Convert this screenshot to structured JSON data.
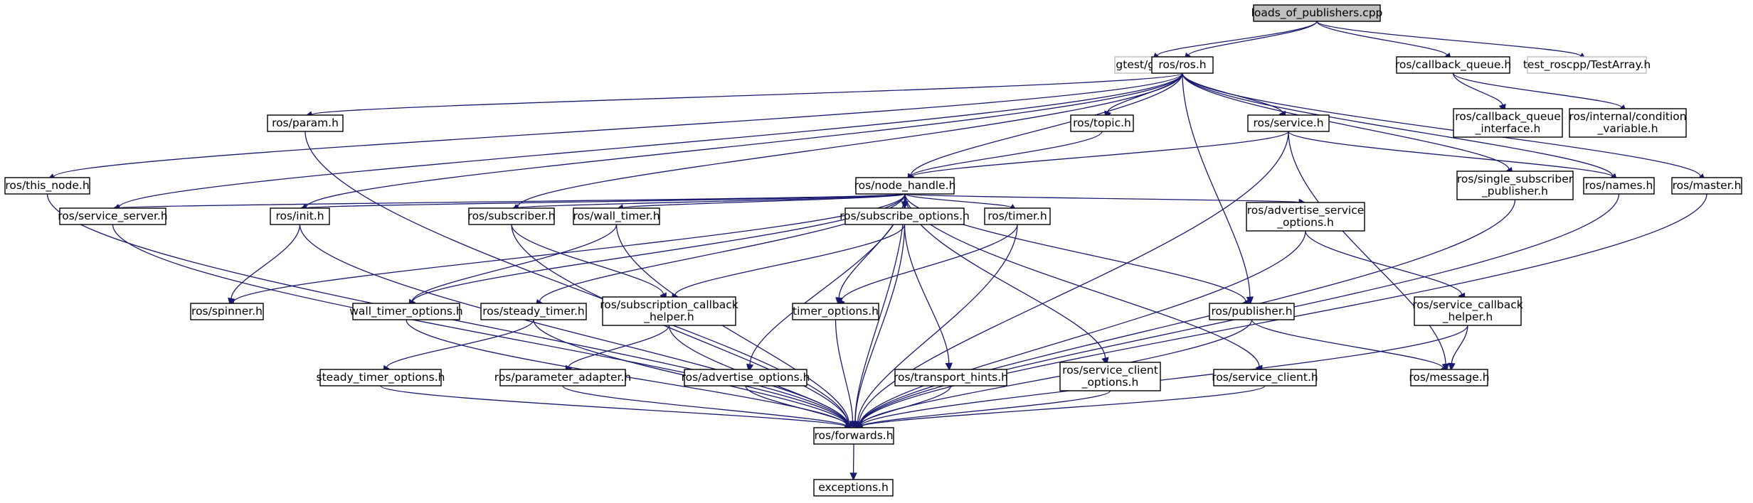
{
  "colors": {
    "edge": "#191970",
    "border": "#000000",
    "border_external": "#bfbfbf",
    "fill_root": "#bfbfbf",
    "fill": "#ffffff"
  },
  "nodes": [
    {
      "id": "root",
      "lines": [
        "loads_of_publishers.cpp"
      ],
      "kind": "root"
    },
    {
      "id": "gtest",
      "lines": [
        "gtest/gtest.h"
      ],
      "kind": "external"
    },
    {
      "id": "ros",
      "lines": [
        "ros/ros.h"
      ],
      "kind": "normal"
    },
    {
      "id": "callback_queue",
      "lines": [
        "ros/callback_queue.h"
      ],
      "kind": "normal"
    },
    {
      "id": "testarray",
      "lines": [
        "test_roscpp/TestArray.h"
      ],
      "kind": "external"
    },
    {
      "id": "cbq_interface",
      "lines": [
        "ros/callback_queue",
        "_interface.h"
      ],
      "kind": "normal"
    },
    {
      "id": "condvar",
      "lines": [
        "ros/internal/condition",
        "_variable.h"
      ],
      "kind": "normal"
    },
    {
      "id": "param",
      "lines": [
        "ros/param.h"
      ],
      "kind": "normal"
    },
    {
      "id": "topic",
      "lines": [
        "ros/topic.h"
      ],
      "kind": "normal"
    },
    {
      "id": "service",
      "lines": [
        "ros/service.h"
      ],
      "kind": "normal"
    },
    {
      "id": "this_node",
      "lines": [
        "ros/this_node.h"
      ],
      "kind": "normal"
    },
    {
      "id": "node_handle",
      "lines": [
        "ros/node_handle.h"
      ],
      "kind": "normal"
    },
    {
      "id": "single_sub_pub",
      "lines": [
        "ros/single_subscriber",
        "_publisher.h"
      ],
      "kind": "normal"
    },
    {
      "id": "names",
      "lines": [
        "ros/names.h"
      ],
      "kind": "normal"
    },
    {
      "id": "master",
      "lines": [
        "ros/master.h"
      ],
      "kind": "normal"
    },
    {
      "id": "service_server",
      "lines": [
        "ros/service_server.h"
      ],
      "kind": "normal"
    },
    {
      "id": "init",
      "lines": [
        "ros/init.h"
      ],
      "kind": "normal"
    },
    {
      "id": "subscriber",
      "lines": [
        "ros/subscriber.h"
      ],
      "kind": "normal"
    },
    {
      "id": "wall_timer",
      "lines": [
        "ros/wall_timer.h"
      ],
      "kind": "normal"
    },
    {
      "id": "subscribe_options",
      "lines": [
        "ros/subscribe_options.h"
      ],
      "kind": "normal"
    },
    {
      "id": "timer",
      "lines": [
        "ros/timer.h"
      ],
      "kind": "normal"
    },
    {
      "id": "advertise_service_options",
      "lines": [
        "ros/advertise_service",
        "_options.h"
      ],
      "kind": "normal"
    },
    {
      "id": "spinner",
      "lines": [
        "ros/spinner.h"
      ],
      "kind": "normal"
    },
    {
      "id": "wall_timer_options",
      "lines": [
        "wall_timer_options.h"
      ],
      "kind": "normal"
    },
    {
      "id": "steady_timer",
      "lines": [
        "ros/steady_timer.h"
      ],
      "kind": "normal"
    },
    {
      "id": "subscription_cb_helper",
      "lines": [
        "ros/subscription_callback",
        "_helper.h"
      ],
      "kind": "normal"
    },
    {
      "id": "timer_options",
      "lines": [
        "timer_options.h"
      ],
      "kind": "normal"
    },
    {
      "id": "publisher",
      "lines": [
        "ros/publisher.h"
      ],
      "kind": "normal"
    },
    {
      "id": "service_cb_helper",
      "lines": [
        "ros/service_callback",
        "_helper.h"
      ],
      "kind": "normal"
    },
    {
      "id": "steady_timer_options",
      "lines": [
        "steady_timer_options.h"
      ],
      "kind": "normal"
    },
    {
      "id": "parameter_adapter",
      "lines": [
        "ros/parameter_adapter.h"
      ],
      "kind": "normal"
    },
    {
      "id": "advertise_options",
      "lines": [
        "ros/advertise_options.h"
      ],
      "kind": "normal"
    },
    {
      "id": "transport_hints",
      "lines": [
        "ros/transport_hints.h"
      ],
      "kind": "normal"
    },
    {
      "id": "service_client_options",
      "lines": [
        "ros/service_client",
        "_options.h"
      ],
      "kind": "normal"
    },
    {
      "id": "service_client",
      "lines": [
        "ros/service_client.h"
      ],
      "kind": "normal"
    },
    {
      "id": "message",
      "lines": [
        "ros/message.h"
      ],
      "kind": "normal"
    },
    {
      "id": "forwards",
      "lines": [
        "ros/forwards.h"
      ],
      "kind": "normal"
    },
    {
      "id": "exceptions",
      "lines": [
        "exceptions.h"
      ],
      "kind": "normal"
    }
  ],
  "edges": [
    [
      "root",
      "gtest"
    ],
    [
      "root",
      "ros"
    ],
    [
      "root",
      "callback_queue"
    ],
    [
      "root",
      "testarray"
    ],
    [
      "callback_queue",
      "cbq_interface"
    ],
    [
      "callback_queue",
      "condvar"
    ],
    [
      "ros",
      "this_node"
    ],
    [
      "ros",
      "service_server"
    ],
    [
      "ros",
      "param"
    ],
    [
      "ros",
      "init"
    ],
    [
      "ros",
      "subscriber"
    ],
    [
      "ros",
      "node_handle"
    ],
    [
      "ros",
      "topic"
    ],
    [
      "ros",
      "publisher"
    ],
    [
      "ros",
      "service"
    ],
    [
      "ros",
      "single_sub_pub"
    ],
    [
      "ros",
      "names"
    ],
    [
      "ros",
      "master"
    ],
    [
      "param",
      "forwards"
    ],
    [
      "topic",
      "node_handle"
    ],
    [
      "this_node",
      "forwards"
    ],
    [
      "service",
      "node_handle"
    ],
    [
      "service",
      "names"
    ],
    [
      "service",
      "message"
    ],
    [
      "service",
      "forwards"
    ],
    [
      "single_sub_pub",
      "forwards"
    ],
    [
      "names",
      "forwards"
    ],
    [
      "master",
      "forwards"
    ],
    [
      "node_handle",
      "service_server"
    ],
    [
      "node_handle",
      "init"
    ],
    [
      "node_handle",
      "spinner"
    ],
    [
      "node_handle",
      "subscriber"
    ],
    [
      "node_handle",
      "wall_timer"
    ],
    [
      "node_handle",
      "wall_timer_options"
    ],
    [
      "node_handle",
      "steady_timer"
    ],
    [
      "node_handle",
      "subscribe_options"
    ],
    [
      "node_handle",
      "timer"
    ],
    [
      "node_handle",
      "timer_options"
    ],
    [
      "node_handle",
      "advertise_options"
    ],
    [
      "node_handle",
      "service_client_options"
    ],
    [
      "node_handle",
      "service_client"
    ],
    [
      "node_handle",
      "publisher"
    ],
    [
      "node_handle",
      "advertise_service_options"
    ],
    [
      "node_handle",
      "forwards"
    ],
    [
      "service_server",
      "forwards"
    ],
    [
      "init",
      "spinner"
    ],
    [
      "init",
      "forwards"
    ],
    [
      "subscriber",
      "subscription_cb_helper"
    ],
    [
      "subscriber",
      "forwards"
    ],
    [
      "wall_timer",
      "wall_timer_options"
    ],
    [
      "wall_timer",
      "forwards"
    ],
    [
      "subscribe_options",
      "subscription_cb_helper"
    ],
    [
      "subscribe_options",
      "transport_hints"
    ],
    [
      "subscribe_options",
      "forwards"
    ],
    [
      "timer",
      "timer_options"
    ],
    [
      "timer",
      "forwards"
    ],
    [
      "advertise_service_options",
      "service_cb_helper"
    ],
    [
      "advertise_service_options",
      "forwards"
    ],
    [
      "wall_timer_options",
      "forwards"
    ],
    [
      "steady_timer",
      "steady_timer_options"
    ],
    [
      "steady_timer",
      "forwards"
    ],
    [
      "subscription_cb_helper",
      "parameter_adapter"
    ],
    [
      "subscription_cb_helper",
      "forwards"
    ],
    [
      "timer_options",
      "forwards"
    ],
    [
      "publisher",
      "message"
    ],
    [
      "publisher",
      "forwards"
    ],
    [
      "service_cb_helper",
      "message"
    ],
    [
      "service_cb_helper",
      "forwards"
    ],
    [
      "steady_timer_options",
      "forwards"
    ],
    [
      "parameter_adapter",
      "forwards"
    ],
    [
      "advertise_options",
      "forwards"
    ],
    [
      "transport_hints",
      "forwards"
    ],
    [
      "service_client_options",
      "forwards"
    ],
    [
      "service_client",
      "forwards"
    ],
    [
      "forwards",
      "exceptions"
    ]
  ]
}
